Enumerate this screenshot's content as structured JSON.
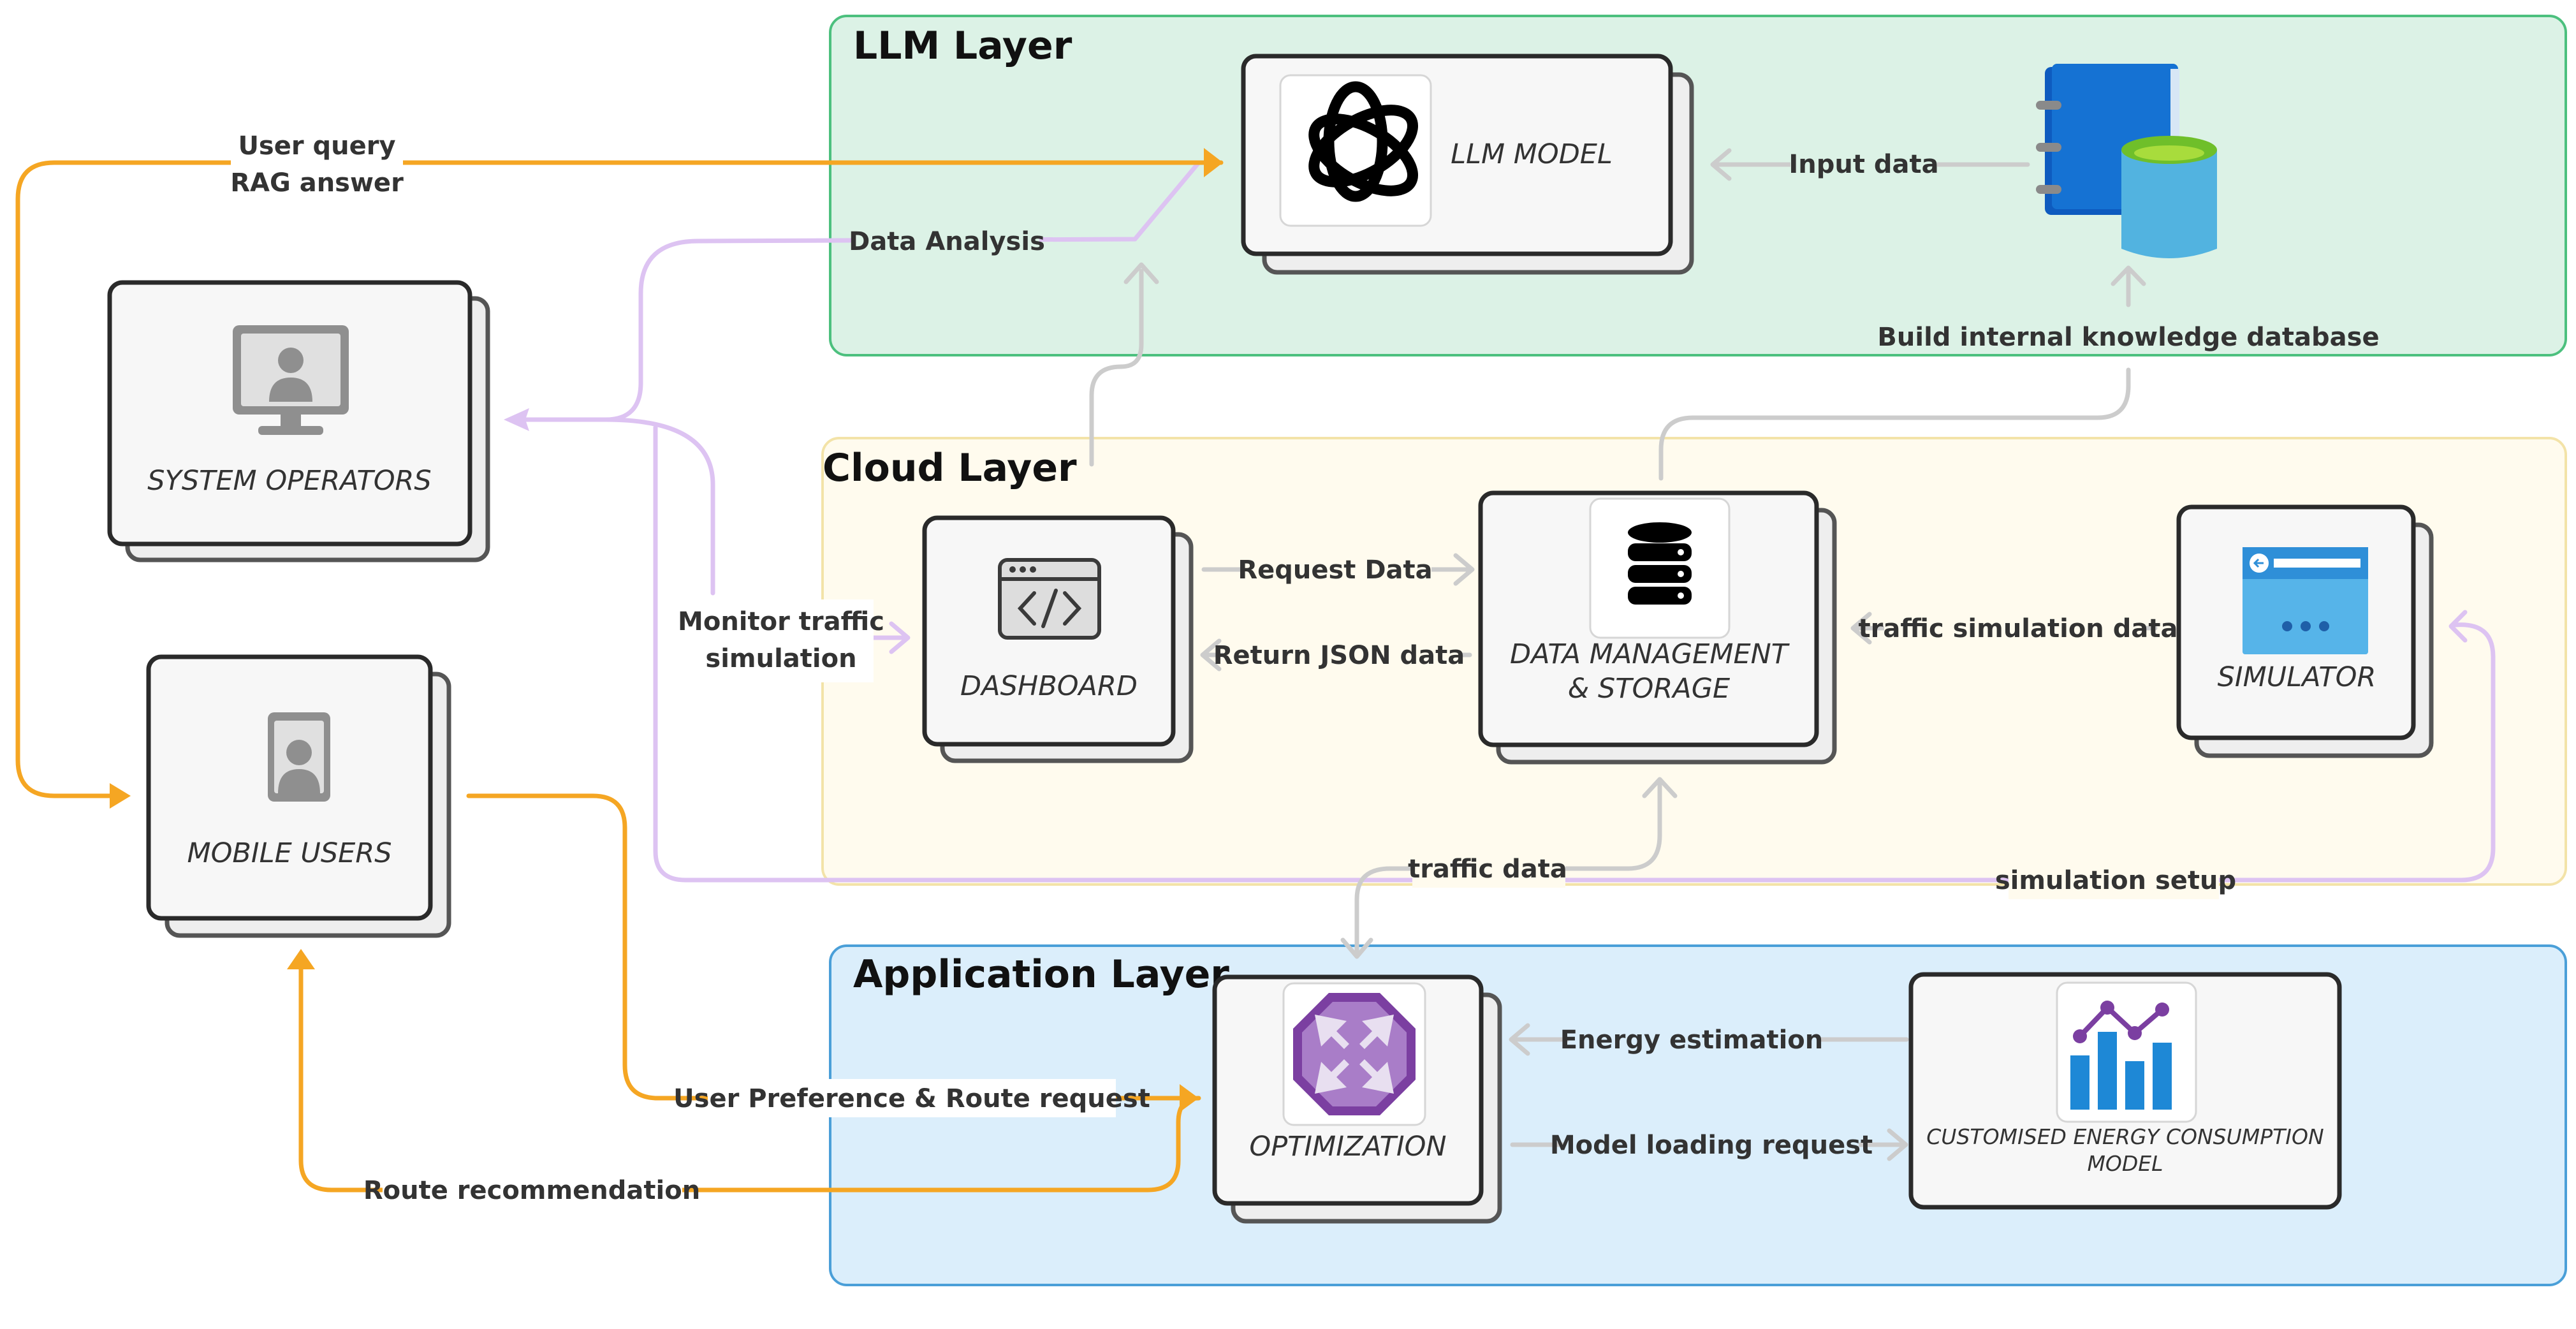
{
  "layers": {
    "llm": "LLM Layer",
    "cloud": "Cloud Layer",
    "application": "Application Layer"
  },
  "nodes": {
    "llm_model": "LLM MODEL",
    "system_operators": "SYSTEM OPERATORS",
    "mobile_users": "MOBILE USERS",
    "dashboard": "DASHBOARD",
    "data_management_line1": "DATA MANAGEMENT",
    "data_management_line2": "& STORAGE",
    "simulator": "SIMULATOR",
    "optimization": "OPTIMIZATION",
    "energy_model_line1": "CUSTOMISED ENERGY CONSUMPTION",
    "energy_model_line2": "MODEL"
  },
  "edges": {
    "user_query": "User query",
    "rag_answer": "RAG answer",
    "data_analysis": "Data Analysis",
    "input_data": "Input data",
    "build_kb": "Build internal knowledge database",
    "monitor_traffic_line1": "Monitor traffic",
    "monitor_traffic_line2": "simulation",
    "request_data": "Request Data",
    "return_json": "Return JSON data",
    "traffic_simulation_data": "traffic simulation data",
    "traffic_data": "traffic data",
    "simulation_setup": "simulation setup",
    "energy_estimation": "Energy estimation",
    "model_loading": "Model loading request",
    "user_preference": "User Preference & Route request",
    "route_recommendation": "Route recommendation"
  },
  "colors": {
    "llm_layer_fill": "#dcf2e6",
    "llm_layer_border": "#4cc07e",
    "cloud_layer_fill": "#fffbee",
    "cloud_layer_border": "#f3e3a8",
    "application_layer_fill": "#dbeefb",
    "application_layer_border": "#4a9fd8",
    "user_flow": "#f5a623",
    "data_flow": "#cccccc",
    "operator_flow": "#ddc3f2"
  },
  "icons": {
    "llm_model": "openai-logo-icon",
    "knowledge_base": "book-database-icon",
    "system_operators": "monitor-user-icon",
    "mobile_users": "mobile-user-icon",
    "dashboard": "code-window-icon",
    "data_management": "database-icon",
    "simulator": "app-window-icon",
    "optimization": "octagon-arrows-icon",
    "energy_model": "bar-line-chart-icon"
  }
}
